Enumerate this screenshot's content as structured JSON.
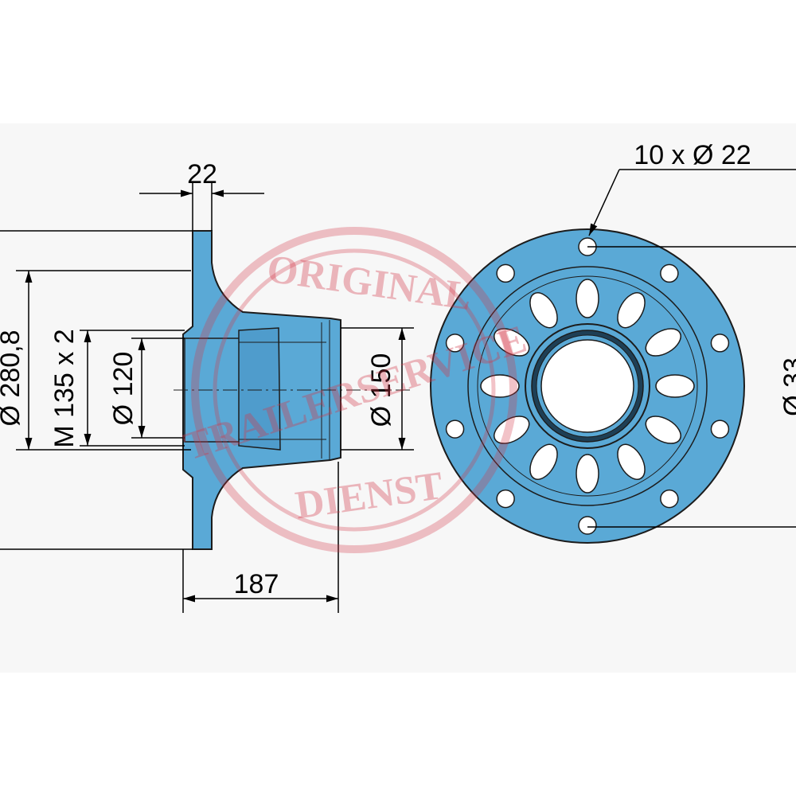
{
  "colors": {
    "part_fill": "#5aa9d6",
    "outline": "#1c1c1c",
    "dimension": "#000000",
    "watermark": "#d3394a",
    "background": "#ffffff",
    "frame": "#f7f7f7"
  },
  "dimensions": {
    "flange_thickness": "22",
    "hub_length": "187",
    "pitch_circle_partial": "Ø 280,8",
    "thread": "M 135 x 2",
    "bore_inner": "Ø 120",
    "bore_outer": "Ø 150",
    "stud_holes": "10 x Ø 22",
    "right_edge_partial": "Ø 33"
  },
  "watermark": {
    "top": "ORIGINAL",
    "middle": "TRAILERSERVICE",
    "bottom": "DIENST"
  }
}
